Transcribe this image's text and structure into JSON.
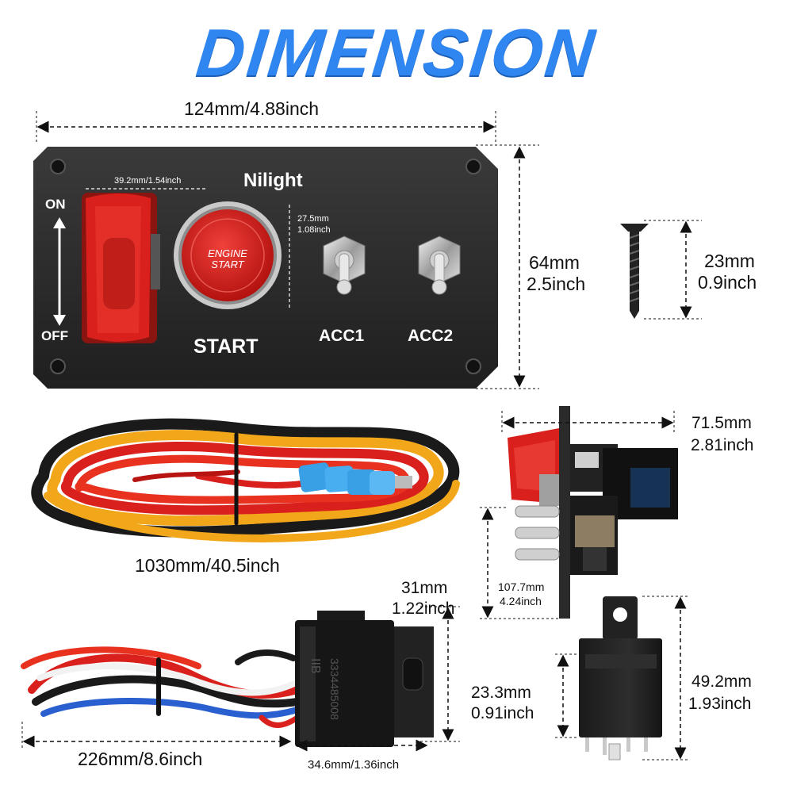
{
  "title": "DIMENSION",
  "panel": {
    "brand": "Nilight",
    "on_label": "ON",
    "off_label": "OFF",
    "toggle_width_label": "39.2mm/1.54inch",
    "button_size_mm": "27.5mm",
    "button_size_in": "1.08inch",
    "button_text_line1": "ENGINE",
    "button_text_line2": "START",
    "start_label": "START",
    "acc1_label": "ACC1",
    "acc2_label": "ACC2"
  },
  "dimensions": {
    "panel_width": "124mm/4.88inch",
    "panel_height_mm": "64mm",
    "panel_height_in": "2.5inch",
    "screw_length_mm": "23mm",
    "screw_length_in": "0.9inch",
    "harness_length": "1030mm/40.5inch",
    "depth_mm": "71.5mm",
    "depth_in": "2.81inch",
    "side_height_mm": "107.7mm",
    "side_height_in": "4.24inch",
    "socket_height_mm": "31mm",
    "socket_height_in": "1.22inch",
    "wire_length": "226mm/8.6inch",
    "socket_width": "34.6mm/1.36inch",
    "relay_width_mm": "23.3mm",
    "relay_width_in": "0.91inch",
    "relay_height_mm": "49.2mm",
    "relay_height_in": "1.93inch"
  },
  "socket_text": {
    "code": "3334485008",
    "mark": "IIB"
  },
  "colors": {
    "title": "#2f86f0",
    "panel": "#2a2a2a",
    "red": "#d9201c",
    "wire_yellow": "#f2a71b",
    "wire_black": "#1a1a1a",
    "terminal_blue": "#3aa0e6"
  }
}
